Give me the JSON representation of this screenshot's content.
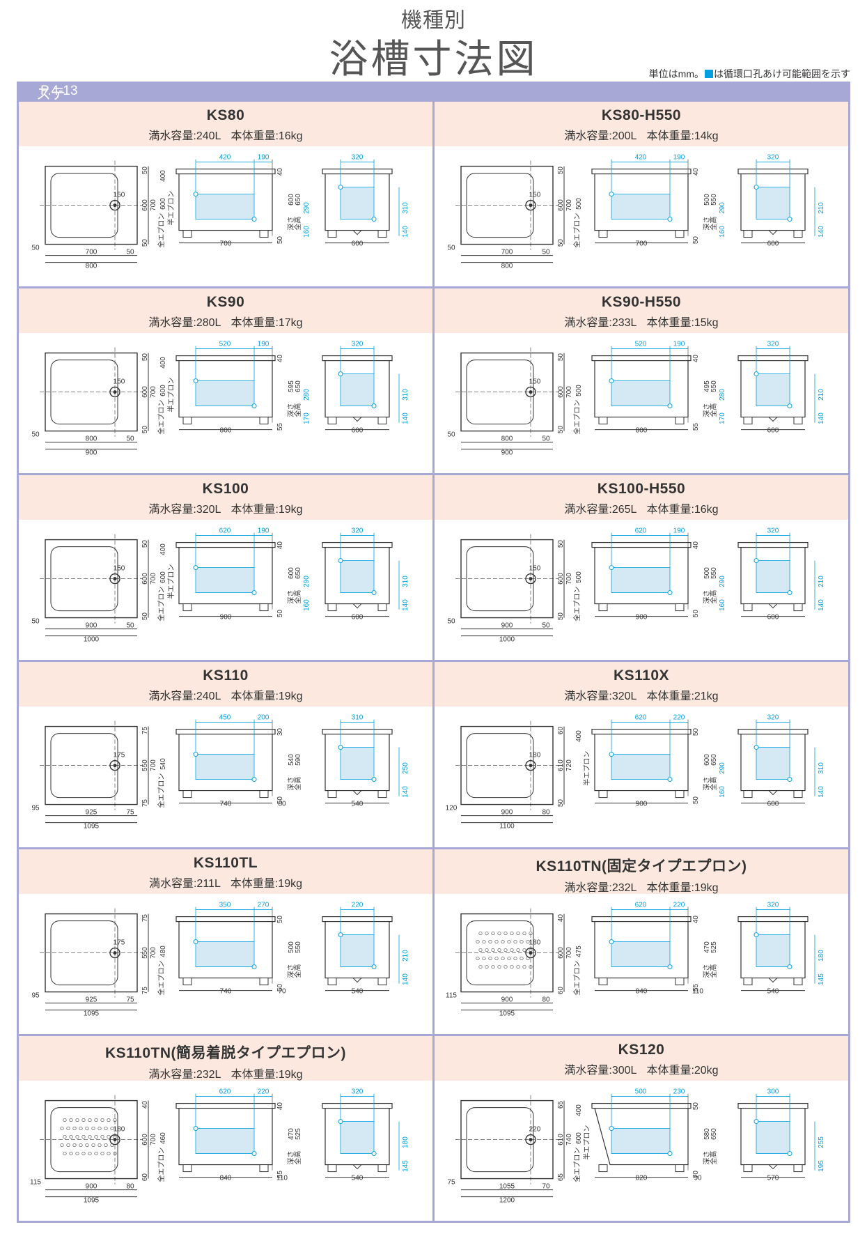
{
  "header": {
    "subtitle": "機種別",
    "title": "浴槽寸法図",
    "note_prefix": "単位はmm。",
    "note_suffix": "は循環口孔あけ可能範囲を示す",
    "note_color": "#00a0e0"
  },
  "section": {
    "name": "ステンレスバス",
    "page": "P.4-13",
    "color": "#a8a8d6"
  },
  "labels": {
    "apron": "全エプロン",
    "half_apron": "半エプロン",
    "depth": "深さ",
    "total_height": "全高"
  },
  "models": [
    {
      "name": "KS80",
      "capacity": "満水容量:240L",
      "weight": "本体重量:16kg",
      "drain": "150",
      "plan_w": "800",
      "plan_in": "700",
      "plan_d": "700",
      "plan_di": "600",
      "m_l": "50",
      "m_r": "50",
      "m_t": "50",
      "m_b": "50",
      "s_top": "420",
      "s_top2": "190",
      "s_w": "700",
      "h_apron": "600",
      "h_half": "400",
      "h1": "600",
      "h2": "650",
      "h_rim": "40",
      "h_base": "50",
      "c_h": "290",
      "c_b": "160",
      "f_top": "320",
      "f_w": "600",
      "f_h": "310",
      "f_b": "140"
    },
    {
      "name": "KS80-H550",
      "capacity": "満水容量:200L",
      "weight": "本体重量:14kg",
      "drain": "150",
      "plan_w": "800",
      "plan_in": "700",
      "plan_d": "700",
      "plan_di": "600",
      "m_l": "50",
      "m_r": "50",
      "m_t": "50",
      "m_b": "50",
      "s_top": "420",
      "s_top2": "190",
      "s_w": "700",
      "h_apron": "500",
      "h_half": "",
      "h1": "500",
      "h2": "550",
      "h_rim": "40",
      "h_base": "50",
      "c_h": "290",
      "c_b": "160",
      "f_top": "320",
      "f_w": "600",
      "f_h": "210",
      "f_b": "140"
    },
    {
      "name": "KS90",
      "capacity": "満水容量:280L",
      "weight": "本体重量:17kg",
      "drain": "150",
      "plan_w": "900",
      "plan_in": "800",
      "plan_d": "700",
      "plan_di": "600",
      "m_l": "50",
      "m_r": "50",
      "m_t": "50",
      "m_b": "50",
      "s_top": "520",
      "s_top2": "190",
      "s_w": "800",
      "h_apron": "600",
      "h_half": "400",
      "h1": "595",
      "h2": "650",
      "h_rim": "40",
      "h_base": "55",
      "c_h": "280",
      "c_b": "170",
      "f_top": "320",
      "f_w": "600",
      "f_h": "310",
      "f_b": "140"
    },
    {
      "name": "KS90-H550",
      "capacity": "満水容量:233L",
      "weight": "本体重量:15kg",
      "drain": "150",
      "plan_w": "900",
      "plan_in": "800",
      "plan_d": "700",
      "plan_di": "600",
      "m_l": "50",
      "m_r": "50",
      "m_t": "50",
      "m_b": "50",
      "s_top": "520",
      "s_top2": "190",
      "s_w": "800",
      "h_apron": "500",
      "h_half": "",
      "h1": "495",
      "h2": "550",
      "h_rim": "40",
      "h_base": "55",
      "c_h": "280",
      "c_b": "170",
      "f_top": "320",
      "f_w": "600",
      "f_h": "210",
      "f_b": "140"
    },
    {
      "name": "KS100",
      "capacity": "満水容量:320L",
      "weight": "本体重量:19kg",
      "drain": "150",
      "plan_w": "1000",
      "plan_in": "900",
      "plan_d": "700",
      "plan_di": "600",
      "m_l": "50",
      "m_r": "50",
      "m_t": "50",
      "m_b": "50",
      "s_top": "620",
      "s_top2": "190",
      "s_w": "900",
      "h_apron": "600",
      "h_half": "400",
      "h1": "600",
      "h2": "650",
      "h_rim": "40",
      "h_base": "50",
      "c_h": "290",
      "c_b": "160",
      "f_top": "320",
      "f_w": "600",
      "f_h": "310",
      "f_b": "140"
    },
    {
      "name": "KS100-H550",
      "capacity": "満水容量:265L",
      "weight": "本体重量:16kg",
      "drain": "150",
      "plan_w": "1000",
      "plan_in": "900",
      "plan_d": "700",
      "plan_di": "600",
      "m_l": "50",
      "m_r": "50",
      "m_t": "50",
      "m_b": "50",
      "s_top": "620",
      "s_top2": "190",
      "s_w": "900",
      "h_apron": "500",
      "h_half": "",
      "h1": "500",
      "h2": "550",
      "h_rim": "40",
      "h_base": "50",
      "c_h": "290",
      "c_b": "160",
      "f_top": "320",
      "f_w": "600",
      "f_h": "210",
      "f_b": "140"
    },
    {
      "name": "KS110",
      "capacity": "満水容量:240L",
      "weight": "本体重量:19kg",
      "drain": "175",
      "plan_w": "1095",
      "plan_in": "925",
      "plan_d": "700",
      "plan_di": "550",
      "m_l": "95",
      "m_r": "75",
      "m_t": "75",
      "m_b": "75",
      "s_top": "450",
      "s_top2": "200",
      "s_w": "740",
      "h_apron": "540",
      "h_half": "",
      "h1": "540",
      "h2": "590",
      "h_rim": "30",
      "h_base": "50",
      "c_h": "",
      "c_b": "",
      "s_r": "80",
      "f_top": "310",
      "f_w": "540",
      "f_h": "250",
      "f_b": "140"
    },
    {
      "name": "KS110X",
      "capacity": "満水容量:320L",
      "weight": "本体重量:21kg",
      "drain": "180",
      "plan_w": "1100",
      "plan_in": "900",
      "plan_d": "720",
      "plan_di": "610",
      "m_l": "120",
      "m_r": "80",
      "m_t": "60",
      "m_b": "50",
      "s_top": "620",
      "s_top2": "220",
      "s_w": "900",
      "h_apron": "",
      "h_half": "400",
      "h1": "600",
      "h2": "650",
      "h_rim": "50",
      "h_base": "50",
      "c_h": "290",
      "c_b": "160",
      "f_top": "320",
      "f_w": "600",
      "f_h": "310",
      "f_b": "140"
    },
    {
      "name": "KS110TL",
      "capacity": "満水容量:211L",
      "weight": "本体重量:19kg",
      "drain": "175",
      "plan_w": "1095",
      "plan_in": "925",
      "plan_d": "700",
      "plan_di": "550",
      "m_l": "95",
      "m_r": "75",
      "m_t": "75",
      "m_b": "75",
      "s_top": "350",
      "s_top2": "270",
      "s_w": "740",
      "h_apron": "480",
      "h_half": "",
      "h1": "500",
      "h2": "550",
      "h_rim": "50",
      "h_base": "50",
      "c_h": "",
      "c_b": "",
      "s_r": "70",
      "f_top": "220",
      "f_w": "540",
      "f_h": "210",
      "f_b": "140"
    },
    {
      "name": "KS110TN(固定タイプエプロン)",
      "capacity": "満水容量:232L",
      "weight": "本体重量:19kg",
      "drain": "180",
      "plan_w": "1095",
      "plan_in": "900",
      "plan_d": "700",
      "plan_di": "600",
      "m_l": "115",
      "m_r": "80",
      "m_t": "40",
      "m_b": "60",
      "s_top": "620",
      "s_top2": "220",
      "s_w": "840",
      "h_apron": "475",
      "h_half": "",
      "h1": "470",
      "h2": "525",
      "h_rim": "40",
      "h_base": "55",
      "c_h": "",
      "c_b": "",
      "s_r": "110",
      "f_top": "320",
      "f_w": "540",
      "f_h": "180",
      "f_b": "145",
      "dotted": true
    },
    {
      "name": "KS110TN(簡易着脱タイプエプロン)",
      "capacity": "満水容量:232L",
      "weight": "本体重量:19kg",
      "drain": "180",
      "plan_w": "1095",
      "plan_in": "900",
      "plan_d": "700",
      "plan_di": "600",
      "m_l": "115",
      "m_r": "80",
      "m_t": "40",
      "m_b": "60",
      "s_top": "620",
      "s_top2": "220",
      "s_w": "840",
      "h_apron": "460",
      "h_half": "",
      "h1": "470",
      "h2": "525",
      "h_rim": "40",
      "h_base": "55",
      "c_h": "",
      "c_b": "",
      "s_r": "110",
      "f_top": "320",
      "f_w": "540",
      "f_h": "180",
      "f_b": "145",
      "dotted": true
    },
    {
      "name": "KS120",
      "capacity": "満水容量:300L",
      "weight": "本体重量:20kg",
      "drain": "220",
      "plan_w": "1200",
      "plan_in": "1055",
      "plan_d": "740",
      "plan_di": "610",
      "m_l": "75",
      "m_r": "70",
      "m_t": "65",
      "m_b": "65",
      "s_top": "500",
      "s_top2": "230",
      "s_w": "820",
      "h_apron": "600",
      "h_half": "400",
      "h1": "580",
      "h2": "650",
      "h_rim": "50",
      "h_base": "70",
      "c_h": "",
      "c_b": "",
      "s_r": "90",
      "f_top": "300",
      "f_w": "570",
      "f_h": "255",
      "f_b": "195",
      "slope": true
    }
  ]
}
